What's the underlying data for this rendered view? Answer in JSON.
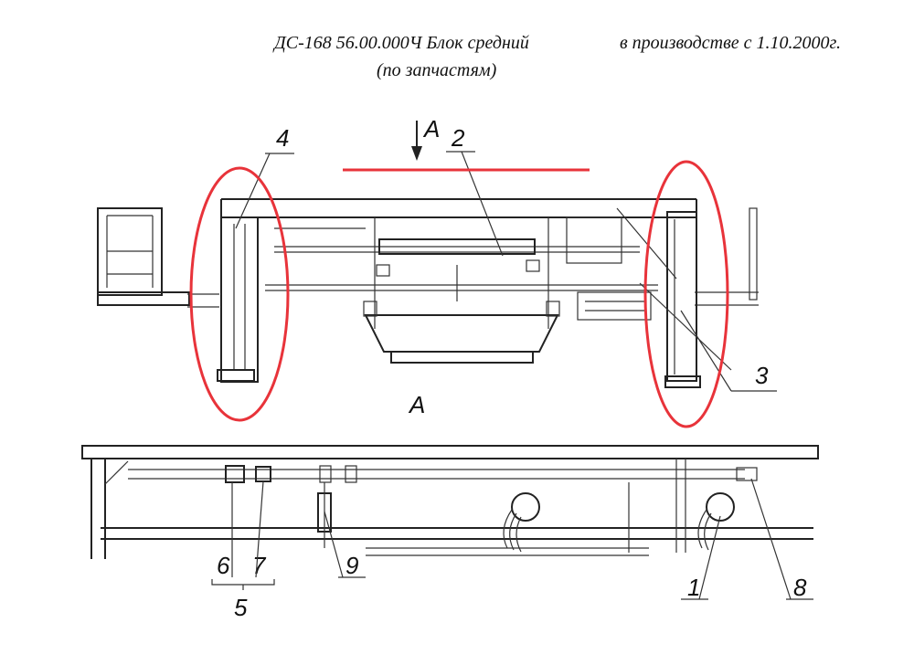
{
  "header": {
    "doc_title": "ДС-168 56.00.000Ч Блок средний",
    "production_note": "в производстве с 1.10.2000г.",
    "subtitle": "(по запчастям)"
  },
  "drawing": {
    "view_arrow_label": "А",
    "section_label": "А",
    "callouts": {
      "c1": "1",
      "c2": "2",
      "c3": "3",
      "c4": "4",
      "c5": "5",
      "c6": "6",
      "c7": "7",
      "c8": "8",
      "c9": "9"
    }
  },
  "colors": {
    "highlight": "#e8333a",
    "line": "#222222"
  }
}
